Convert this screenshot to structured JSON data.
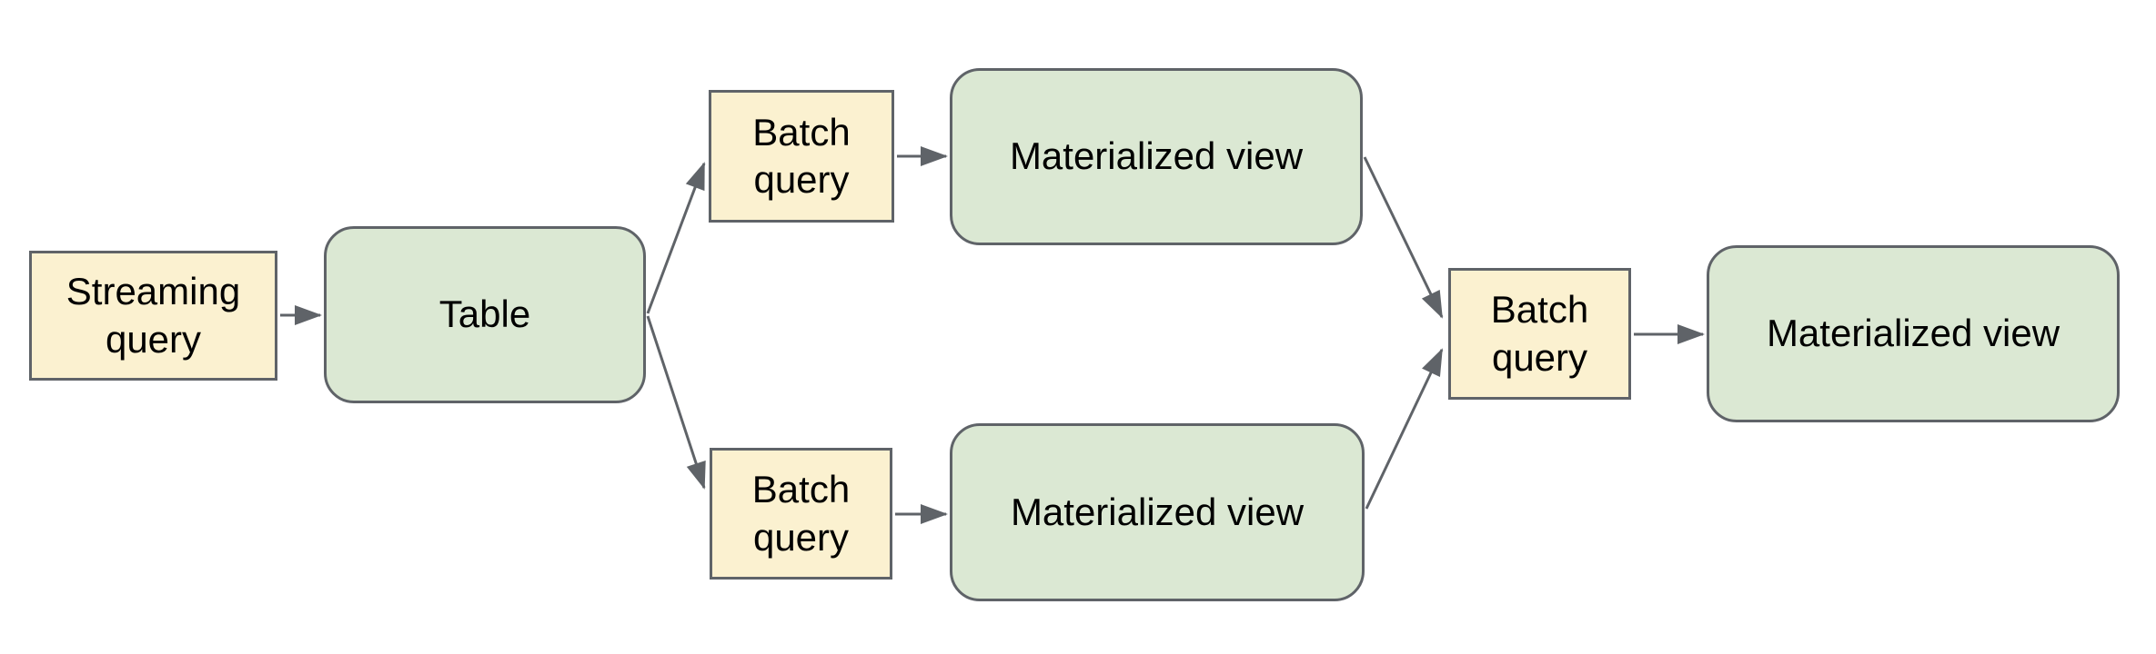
{
  "diagram": {
    "colors": {
      "background": "#FFFFFF",
      "query_node_fill": "#FBF1D0",
      "view_node_fill": "#DBE8D3",
      "node_border": "#5F6368",
      "arrow": "#5F6368",
      "text": "#000000"
    },
    "nodes": {
      "streaming_query": {
        "label": "Streaming query",
        "shape": "rectangle",
        "fill": "yellow"
      },
      "table": {
        "label": "Table",
        "shape": "rounded-rectangle",
        "fill": "green"
      },
      "batch_query_top": {
        "label": "Batch query",
        "shape": "rectangle",
        "fill": "yellow"
      },
      "materialized_view_top": {
        "label": "Materialized view",
        "shape": "rounded-rectangle",
        "fill": "green"
      },
      "batch_query_bottom": {
        "label": "Batch query",
        "shape": "rectangle",
        "fill": "yellow"
      },
      "materialized_view_bottom": {
        "label": "Materialized view",
        "shape": "rounded-rectangle",
        "fill": "green"
      },
      "batch_query_final": {
        "label": "Batch query",
        "shape": "rectangle",
        "fill": "yellow"
      },
      "materialized_view_final": {
        "label": "Materialized view",
        "shape": "rounded-rectangle",
        "fill": "green"
      }
    },
    "edges": [
      {
        "from": "streaming_query",
        "to": "table"
      },
      {
        "from": "table",
        "to": "batch_query_top"
      },
      {
        "from": "table",
        "to": "batch_query_bottom"
      },
      {
        "from": "batch_query_top",
        "to": "materialized_view_top"
      },
      {
        "from": "batch_query_bottom",
        "to": "materialized_view_bottom"
      },
      {
        "from": "materialized_view_top",
        "to": "batch_query_final"
      },
      {
        "from": "materialized_view_bottom",
        "to": "batch_query_final"
      },
      {
        "from": "batch_query_final",
        "to": "materialized_view_final"
      }
    ]
  }
}
